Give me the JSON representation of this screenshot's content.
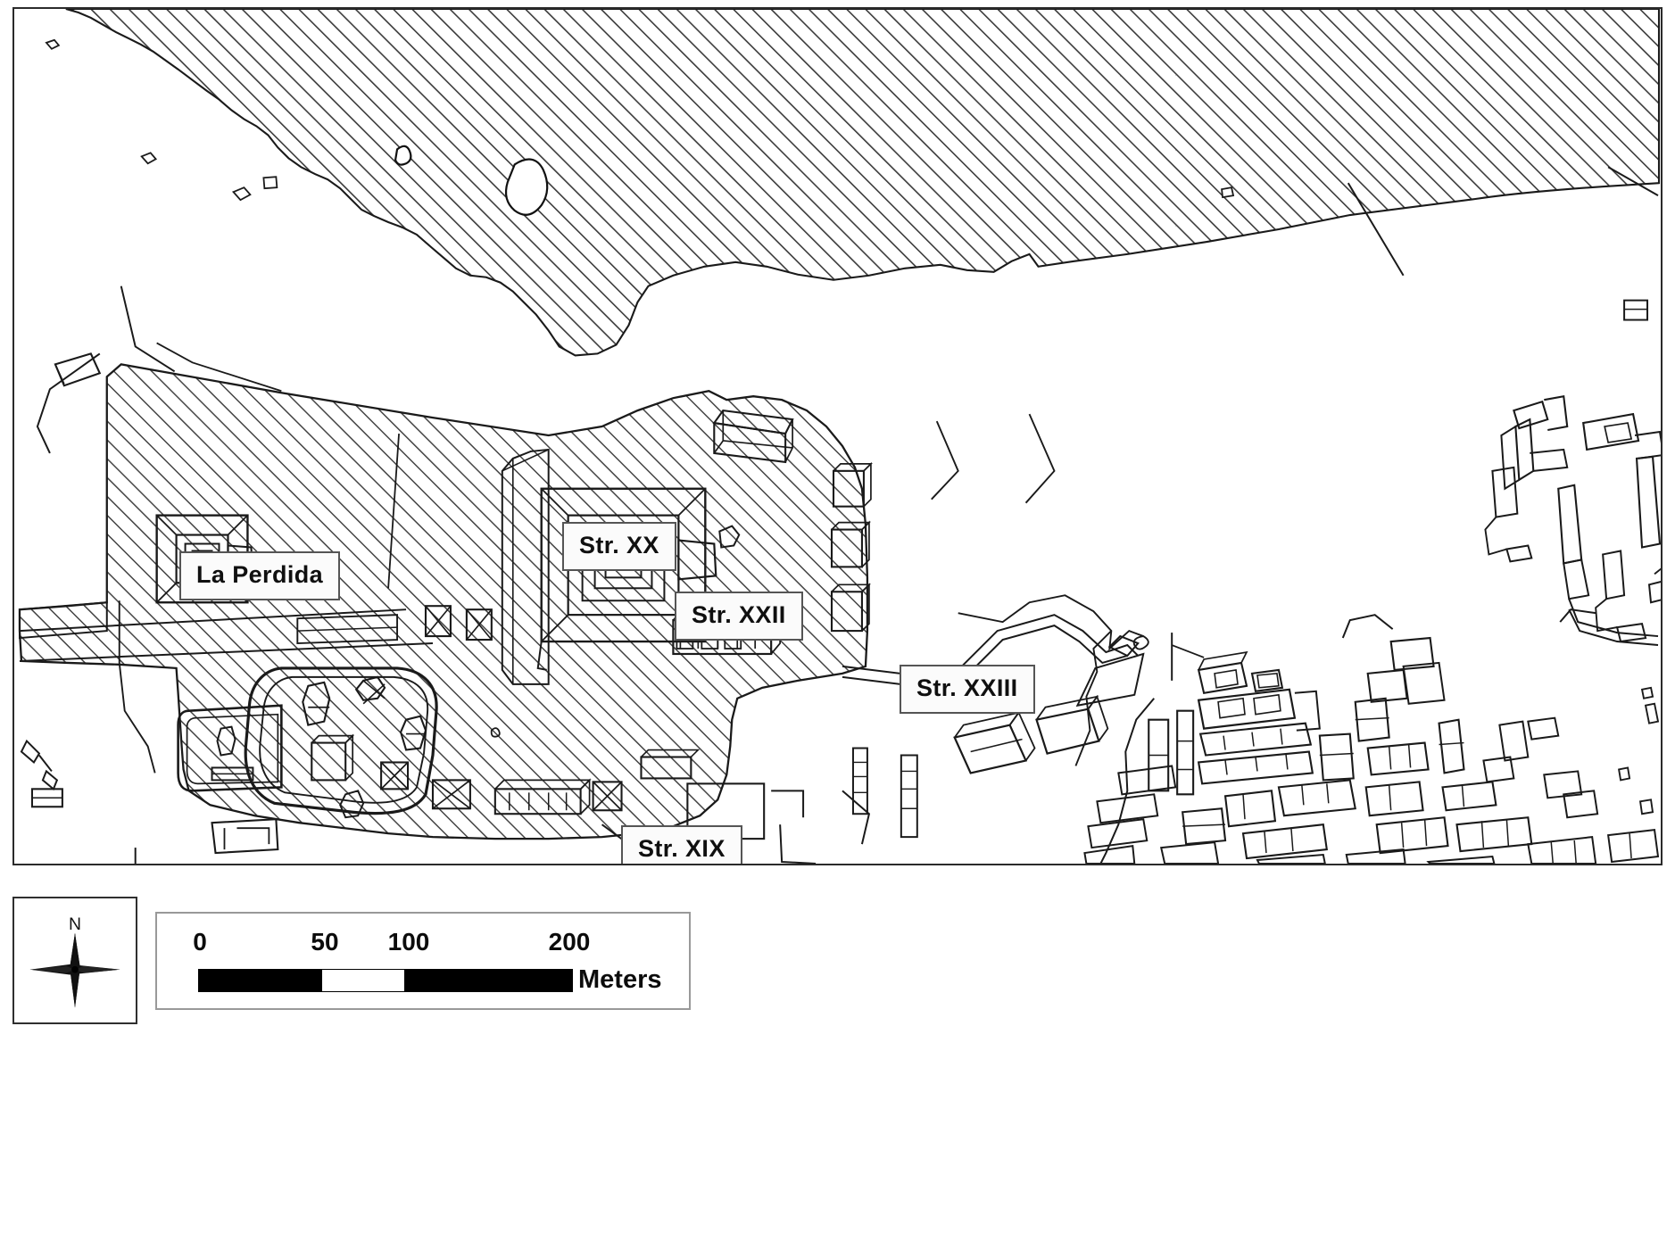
{
  "figure": {
    "kind": "archaeological-site-plan",
    "frame_border_color": "#2b2b2b",
    "hatch_color": "#3a3a3a",
    "outline_color": "#1a1a1a"
  },
  "map_labels": [
    {
      "id": "la-perdida",
      "text": "La Perdida"
    },
    {
      "id": "str-xx",
      "text": "Str. XX"
    },
    {
      "id": "str-xxii",
      "text": "Str. XXII"
    },
    {
      "id": "str-xxiii",
      "text": "Str. XXIII"
    },
    {
      "id": "str-xix",
      "text": "Str. XIX"
    }
  ],
  "compass": {
    "north_letter": "N",
    "icon": "compass-rose-icon"
  },
  "scalebar": {
    "ticks": [
      "0",
      "50",
      "100",
      "200"
    ],
    "tick_positions_pct": [
      0,
      33,
      55,
      100
    ],
    "units_label": "Meters",
    "segments": [
      {
        "style": "fill",
        "width_pct": 33
      },
      {
        "style": "blank",
        "width_pct": 22
      },
      {
        "style": "fill",
        "width_pct": 45
      }
    ],
    "min_value": 0,
    "max_value": 200
  }
}
